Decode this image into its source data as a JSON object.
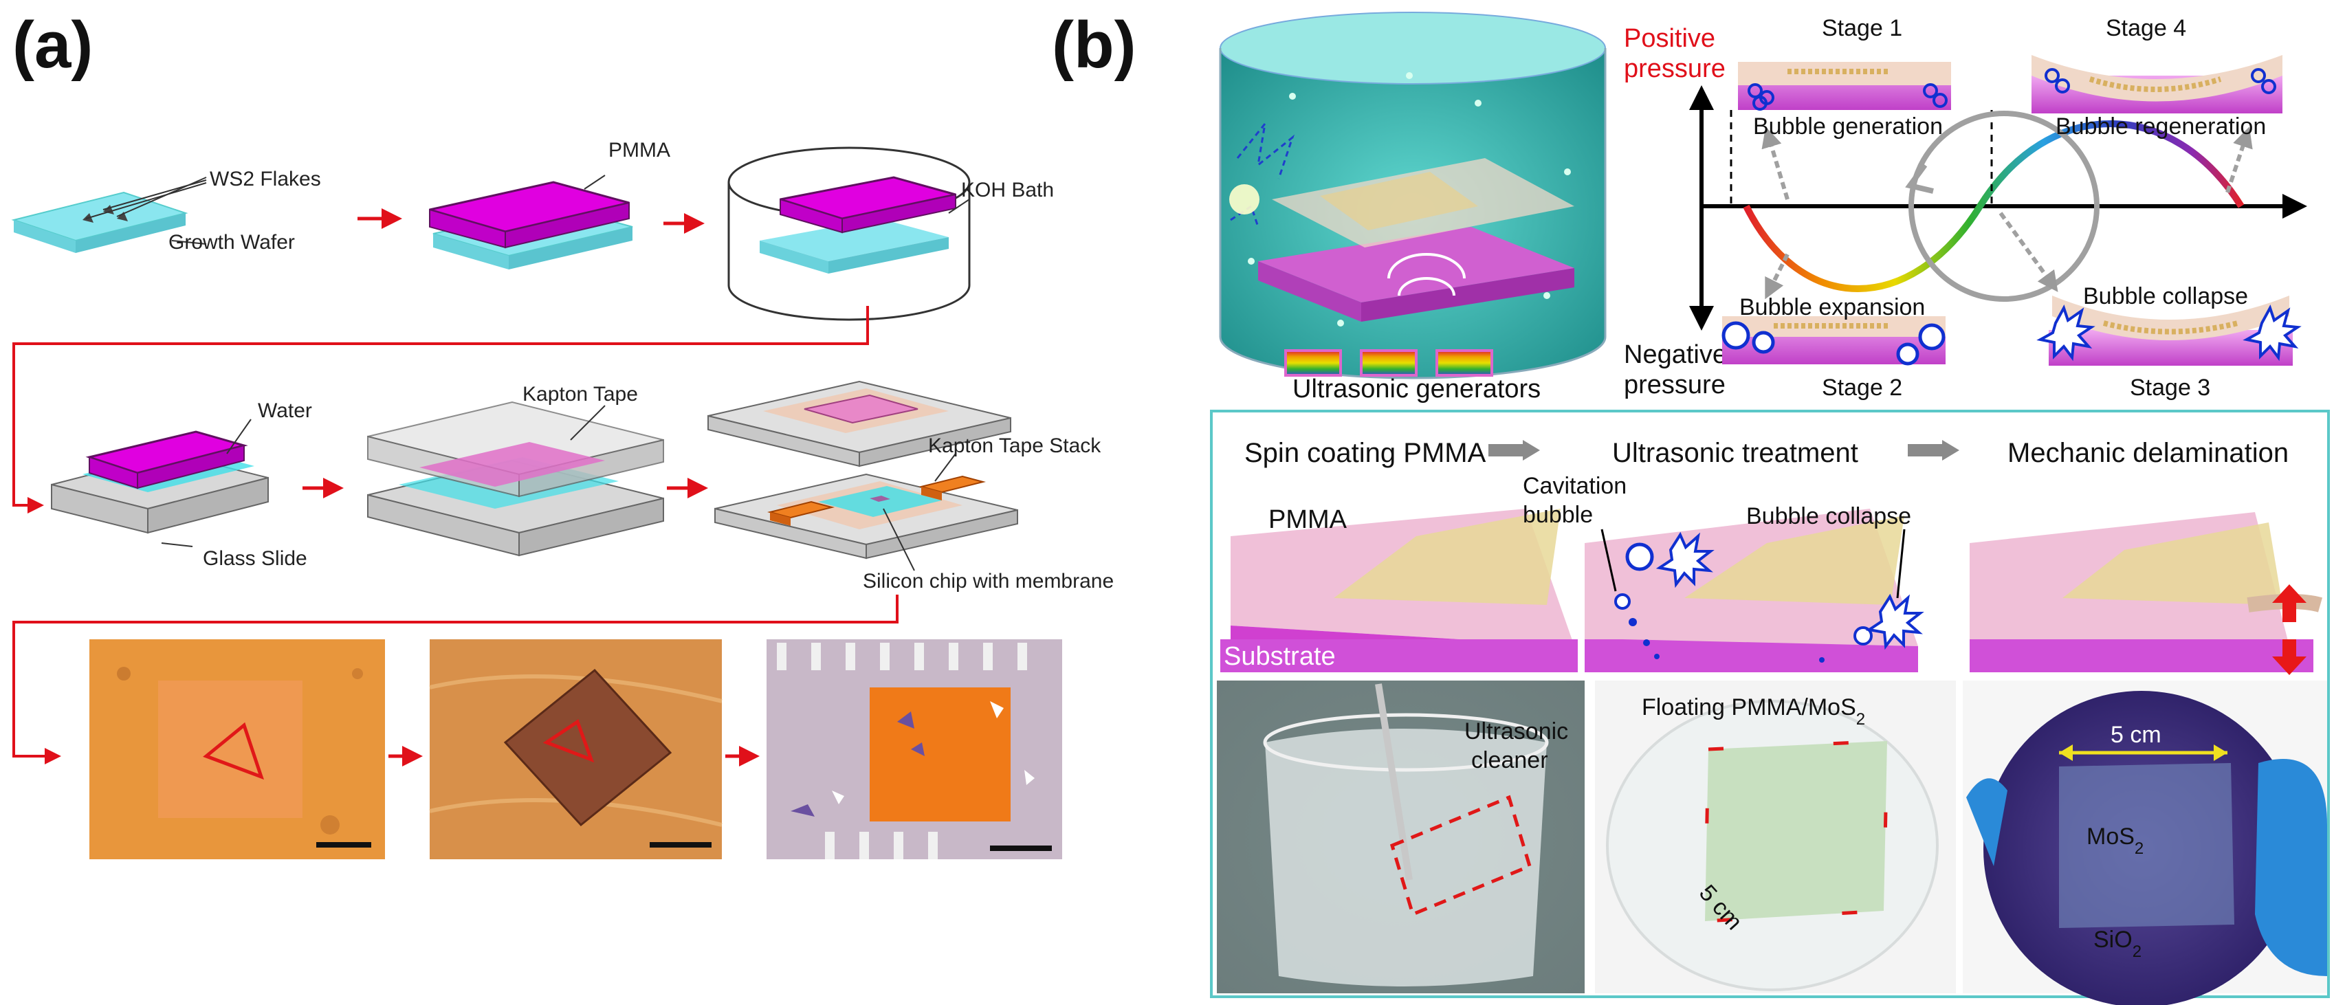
{
  "panel_a": {
    "label": "(a)",
    "ws2_flakes": "WS2 Flakes",
    "growth_wafer": "Growth Wafer",
    "pmma": "PMMA",
    "koh_bath": "KOH Bath",
    "water": "Water",
    "glass_slide": "Glass Slide",
    "kapton_tape": "Kapton Tape",
    "kapton_tape_stack": "Kapton Tape Stack",
    "silicon_chip": "Silicon chip with membrane"
  },
  "panel_b": {
    "label": "(b)",
    "ultrasonic_generators": "Ultrasonic generators",
    "positive_pressure_1": "Positive",
    "positive_pressure_2": "pressure",
    "negative_pressure_1": "Negative",
    "negative_pressure_2": "pressure",
    "stage1": "Stage 1",
    "stage2": "Stage 2",
    "stage3": "Stage 3",
    "stage4": "Stage 4",
    "bubble_generation": "Bubble generation",
    "bubble_expansion": "Bubble expansion",
    "bubble_collapse": "Bubble collapse",
    "bubble_regeneration": "Bubble regeneration",
    "step1": "Spin coating PMMA",
    "step2": "Ultrasonic treatment",
    "step3": "Mechanic delamination",
    "pmma": "PMMA",
    "substrate": "Substrate",
    "cavitation_1": "Cavitation",
    "cavitation_2": "bubble",
    "bubble_collapse_2": "Bubble collapse",
    "ultrasonic_cleaner_1": "Ultrasonic",
    "ultrasonic_cleaner_2": "cleaner",
    "floating_main": "Floating  PMMA/MoS",
    "floating_sub": "2",
    "five_cm_1": "5 cm",
    "five_cm_2": "5 cm",
    "mos2_main": "MoS",
    "mos2_sub": "2",
    "sio2_main": "SiO",
    "sio2_sub": "2"
  },
  "colors": {
    "arrow_red": "#e0101a",
    "pmma_magenta": "#e000e0",
    "wafer_cyan": "#7fe6f0",
    "teal_frame": "#5bc8c8",
    "wafer_purple": "#3a2a7a"
  }
}
